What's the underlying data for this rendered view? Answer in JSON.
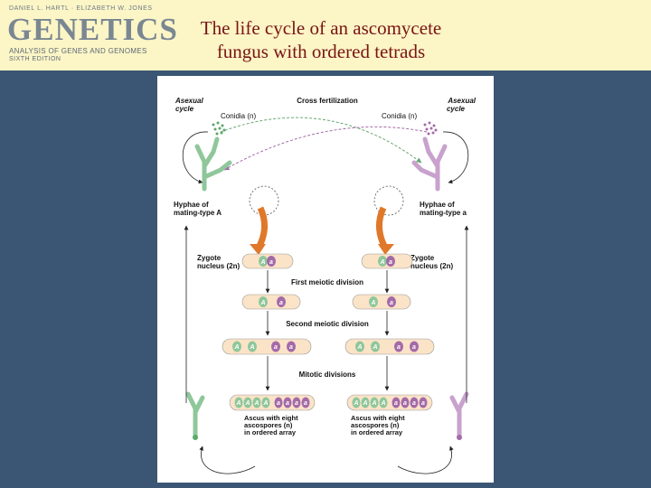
{
  "header": {
    "authors": "DANIEL L. HARTL · ELIZABETH W. JONES",
    "book_title": "GENETICS",
    "subtitle": "ANALYSIS OF GENES AND GENOMES",
    "edition": "SIXTH EDITION",
    "slide_title_line1": "The life cycle of an ascomycete",
    "slide_title_line2": "fungus with ordered tetrads"
  },
  "diagram": {
    "asexual_left": [
      "Asexual",
      "cycle"
    ],
    "asexual_right": [
      "Asexual",
      "cycle"
    ],
    "cross_fertilization": "Cross fertilization",
    "conidia_left": "Conidia (n)",
    "conidia_right": "Conidia (n)",
    "hyphae_left": [
      "Hyphae of",
      "mating-type A"
    ],
    "hyphae_right": [
      "Hyphae of",
      "mating-type a"
    ],
    "zygote_left": [
      "Zygote",
      "nucleus (2n)"
    ],
    "zygote_right": [
      "Zygote",
      "nucleus (2n)"
    ],
    "first_meiotic": "First meiotic division",
    "second_meiotic": "Second meiotic division",
    "mitotic": "Mitotic divisions",
    "ascus": [
      "Ascus with eight",
      "ascospores (n)",
      "in ordered array"
    ],
    "allele_A": "A",
    "allele_a": "a",
    "colors": {
      "green": "#8fc79a",
      "purple": "#a46aa8",
      "orange": "#e0782a",
      "ascus_fill": "#fbe3c8"
    }
  }
}
